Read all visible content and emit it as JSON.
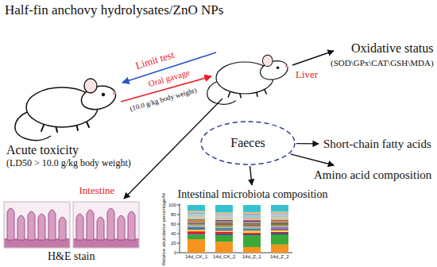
{
  "diagram": {
    "title": "Half-fin anchovy hydrolysates/ZnO NPs",
    "nodes": [
      {
        "text": [
          "Faeces"
        ]
      },
      {
        "text": [
          "Short-chain fatty acids"
        ]
      },
      {
        "text": [
          "Amino acid composition"
        ]
      },
      {
        "text": [
          "Intestinal microbiota composition"
        ]
      }
    ],
    "edges": [
      {
        "from": 0,
        "to": 1,
        "arrow": "to"
      },
      {
        "from": 0,
        "to": 2,
        "arrow": "to"
      },
      {
        "from": 0,
        "to": 3,
        "arrow": "to"
      }
    ],
    "labels": [
      "Limit test",
      "Oral gavage",
      "(10.0 g/kg body weight)",
      "Acute toxicity",
      "(LD50 > 10.0 g/kg body weight)",
      "Liver",
      "Oxidative status",
      "(SOD\\GPx\\CAT\\GSH\\MDA)",
      "Intestine",
      "H&E stain",
      "Relative abundance percentage/%",
      "100",
      "80",
      "60",
      "40",
      "20",
      "0",
      "14d_CK_1",
      "14d_CK_2",
      "14d_Z_1",
      "14d_Z_2"
    ]
  }
}
